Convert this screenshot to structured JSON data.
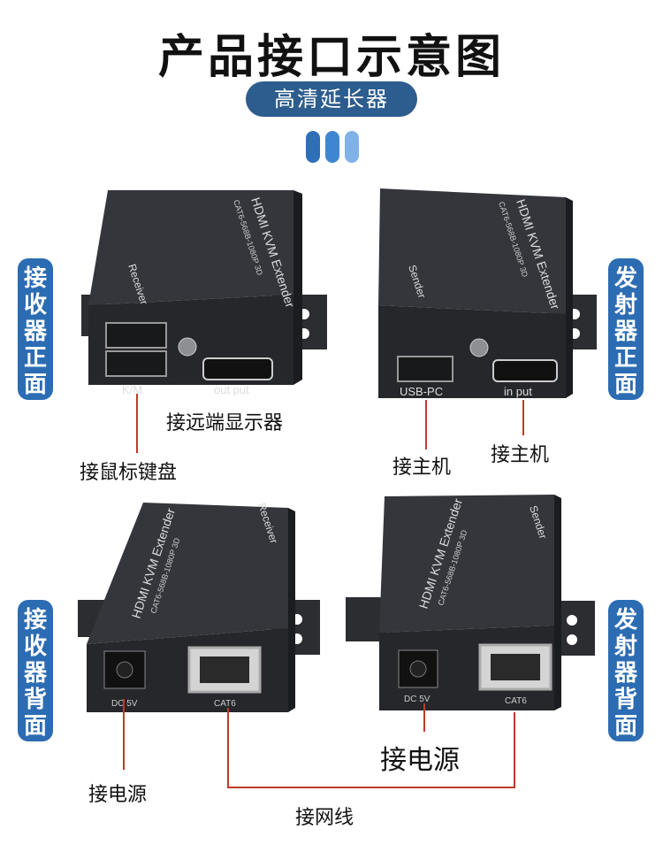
{
  "header": {
    "title": "产品接口示意图",
    "subtitle": "高清延长器"
  },
  "side_labels": {
    "receiver_front": [
      "接",
      "收",
      "器",
      "正",
      "面"
    ],
    "sender_front": [
      "发",
      "射",
      "器",
      "正",
      "面"
    ],
    "receiver_back": [
      "接",
      "收",
      "器",
      "背",
      "面"
    ],
    "sender_back": [
      "发",
      "射",
      "器",
      "背",
      "面"
    ]
  },
  "devices": {
    "receiver_front": {
      "model": "HDMI KVM Extender",
      "sub_model": "CAT6-568B-1080P 3D",
      "role": "Receiver",
      "port_usb": "K/M",
      "port_hdmi": "out put"
    },
    "sender_front": {
      "model": "HDMI KVM Extender",
      "sub_model": "CAT6-568B-1080P 3D",
      "role": "Sender",
      "port_usb": "USB-PC",
      "port_hdmi": "in put"
    },
    "receiver_back": {
      "model": "HDMI KVM Extender",
      "sub_model": "CAT6-568B-1080P 3D",
      "role": "Receiver",
      "port_dc": "DC 5V",
      "port_lan": "CAT6"
    },
    "sender_back": {
      "model": "HDMI KVM Extender",
      "sub_model": "CAT6-568B-1080P 3D",
      "role": "Sender",
      "port_dc": "DC 5V",
      "port_lan": "CAT6"
    }
  },
  "captions": {
    "remote_display": "接远端显示器",
    "keyboard_mouse": "接鼠标键盘",
    "host_usb": "接主机",
    "host_hdmi": "接主机",
    "power_sender": "接电源",
    "power_receiver": "接电源",
    "network": "接网线"
  },
  "colors": {
    "accent_blue": "#2c6cb3",
    "pill_blue": "#2d5d8e",
    "leader_red": "#c0392b",
    "device_dark": "#2a2c31"
  }
}
